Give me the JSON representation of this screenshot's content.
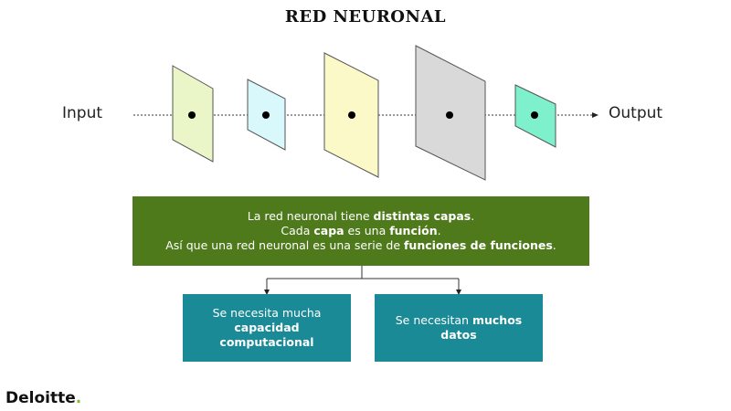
{
  "title": "RED NEURONAL",
  "input_label": "Input",
  "output_label": "Output",
  "layers": [
    {
      "color": "#eaf6c8"
    },
    {
      "color": "#d8f8fb"
    },
    {
      "color": "#fbf9c8"
    },
    {
      "color": "#d9d9d9"
    },
    {
      "color": "#7ff0cc"
    }
  ],
  "summary": {
    "line1_pre": "La red neuronal tiene ",
    "line1_bold": "distintas capas",
    "line1_post": ".",
    "line2_pre": "Cada ",
    "line2_bold1": "capa",
    "line2_mid": " es una ",
    "line2_bold2": "función",
    "line2_post": ".",
    "line3_pre": "Así que una red neuronal es una serie de ",
    "line3_bold": "funciones de funciones",
    "line3_post": "."
  },
  "box_left": {
    "line1": "Se necesita mucha",
    "line2_bold": "capacidad",
    "line3_bold": "computacional"
  },
  "box_right": {
    "line1_pre": "Se necesitan ",
    "line1_bold": "muchos",
    "line2_bold": "datos"
  },
  "brand": {
    "name": "Deloitte",
    "dot": "."
  },
  "colors": {
    "green_box": "#4f7a1c",
    "teal_box": "#1a8a96",
    "brand_dot": "#86bc25"
  }
}
